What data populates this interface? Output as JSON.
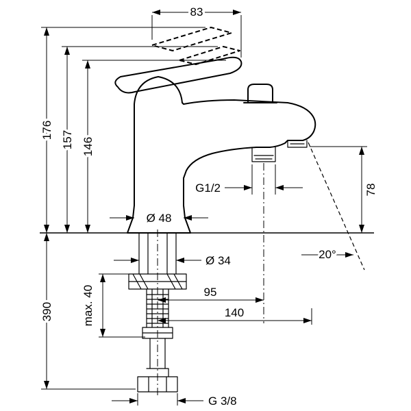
{
  "drawing": {
    "colors": {
      "line": "#000000",
      "background": "#ffffff"
    },
    "labels": {
      "top_projection": "83",
      "height_total": "176",
      "height_mid": "157",
      "height_body": "146",
      "body_diameter": "Ø 48",
      "outlet_thread": "G1/2",
      "outlet_height": "78",
      "spray_angle": "20°",
      "shank_diameter": "Ø 34",
      "outlet_offset": "95",
      "spout_reach": "140",
      "under_deck_length": "390",
      "max_deck_thickness": "max. 40",
      "hose_thread": "G 3/8"
    }
  }
}
